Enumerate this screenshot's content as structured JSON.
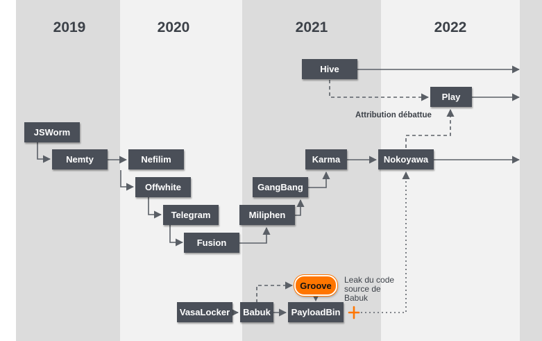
{
  "years": [
    "2019",
    "2020",
    "2021",
    "2022"
  ],
  "nodes": {
    "jsworm": "JSWorm",
    "nemty": "Nemty",
    "nefilim": "Nefilim",
    "offwhite": "Offwhite",
    "telegram": "Telegram",
    "fusion": "Fusion",
    "miliphen": "Miliphen",
    "gangbang": "GangBang",
    "karma": "Karma",
    "nokoyawa": "Nokoyawa",
    "hive": "Hive",
    "play": "Play",
    "vasalocker": "VasaLocker",
    "babuk": "Babuk",
    "payloadbin": "PayloadBin",
    "groove": "Groove"
  },
  "annotations": {
    "attribution": "Attribution débattue",
    "leak": "Leak du code source de Babuk"
  },
  "colors": {
    "node_fill": "#4a4f58",
    "node_text": "#ffffff",
    "groove_fill": "#ff7600",
    "connector": "#5a5f66",
    "leak_marker": "#ff7600",
    "band_dark": "#dcdcdc",
    "band_light": "#f2f2f2"
  }
}
